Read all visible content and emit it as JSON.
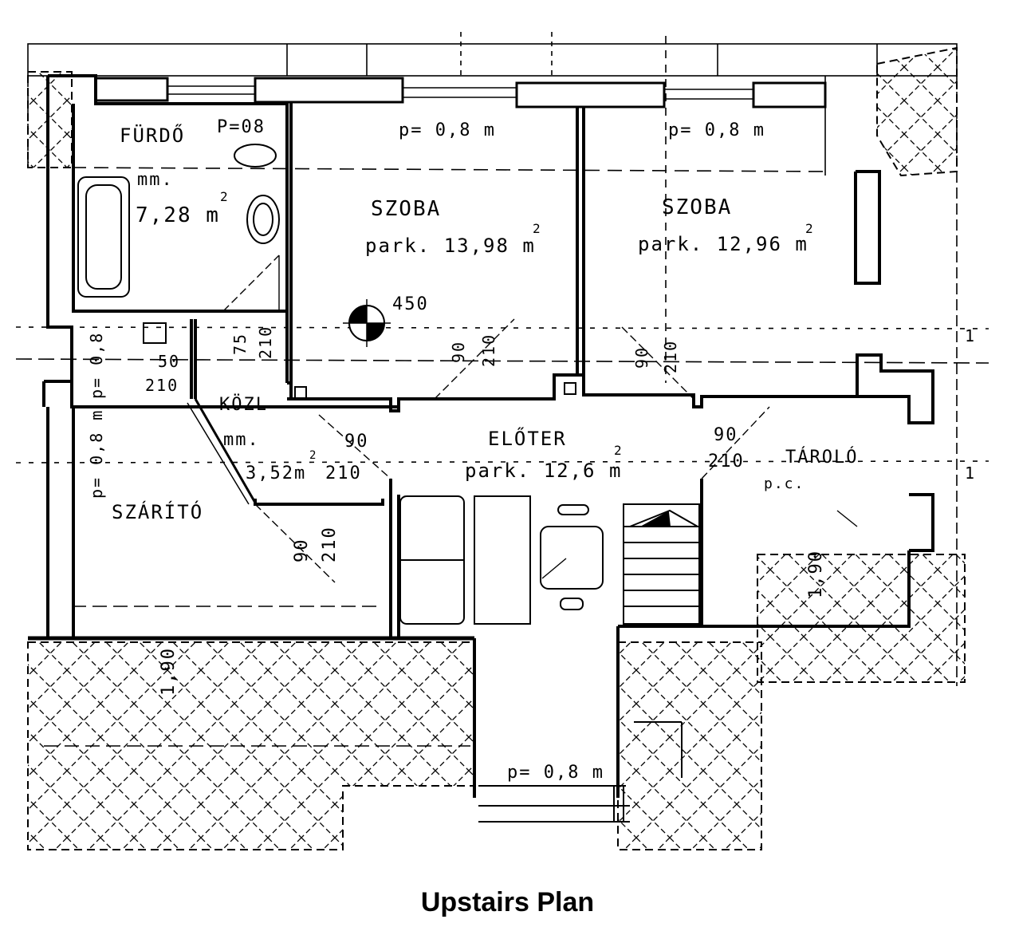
{
  "caption": "Upstairs Plan",
  "rooms": {
    "furdo": {
      "name": "FÜRDŐ",
      "sill": "P=08",
      "floor": "mm.",
      "area": "7,28 m",
      "area_sup": "2"
    },
    "szoba1": {
      "name": "SZOBA",
      "sill": "p= 0,8 m",
      "area": "park. 13,98 m",
      "area_sup": "2"
    },
    "szoba2": {
      "name": "SZOBA",
      "sill": "p= 0,8 m",
      "area": "park. 12,96 m",
      "area_sup": "2"
    },
    "kozl": {
      "name": "KÖZL"
    },
    "szarito": {
      "name": "SZÁRÍTÓ",
      "sill": "p= 0,8 m",
      "floor": "mm.",
      "area": "3,52m",
      "area_sup": "2"
    },
    "eloter": {
      "name": "ELŐTER",
      "area": "park. 12,6 m",
      "area_sup": "2"
    },
    "tarolo": {
      "name": "TÁROLÓ",
      "floor": "p.c."
    },
    "bottom": {
      "sill": "p= 0,8 m"
    },
    "wc": {
      "sill": "p= 0,8"
    }
  },
  "dimensions": {
    "chimney": "450",
    "d_75_210": [
      "75",
      "210"
    ],
    "d_50_210": [
      "50",
      "210"
    ],
    "d_90_210_szoba1": [
      "90",
      "210"
    ],
    "d_90_210_szoba2": [
      "90",
      "210"
    ],
    "d_90_210_szarito": [
      "90",
      "210"
    ],
    "d_90_210_eloter": [
      "90",
      "210"
    ],
    "d_90_210_tarolo": [
      "90",
      "210"
    ],
    "d_90_210_diag": [
      "90",
      "210"
    ],
    "terrace_left": "1,90",
    "terrace_right": "1,90",
    "side_mark_1": "1",
    "side_mark_2": "1"
  },
  "colors": {
    "ink": "#000000",
    "paper": "#ffffff"
  }
}
